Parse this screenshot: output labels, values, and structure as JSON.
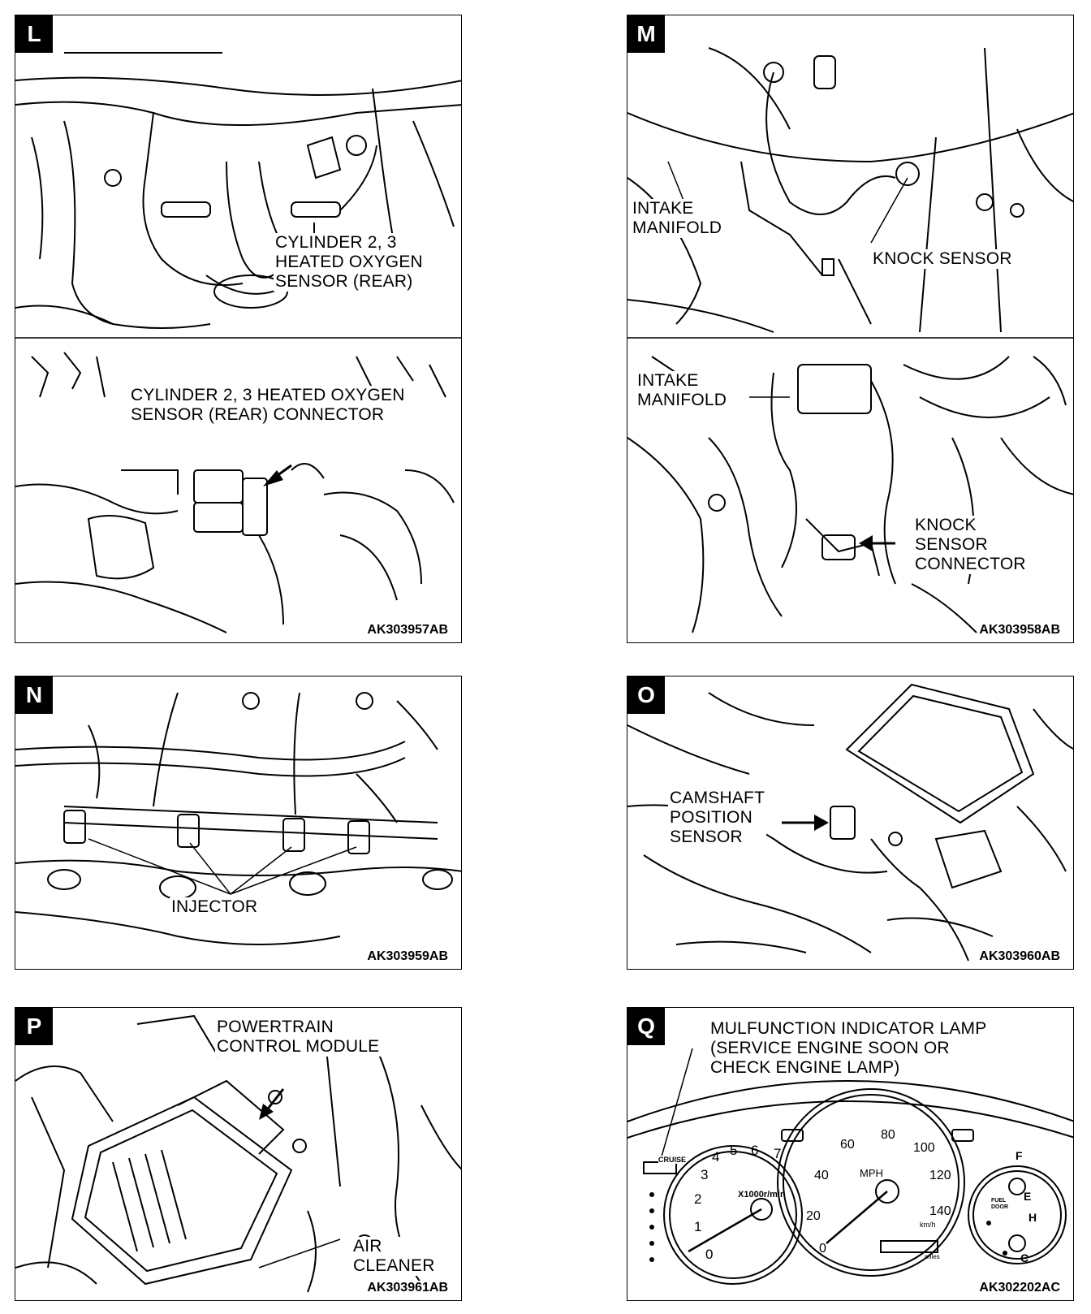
{
  "panels": {
    "L": {
      "badge": "L",
      "code": "AK303957AB",
      "label_top": [
        "CYLINDER 2, 3",
        "HEATED OXYGEN",
        "SENSOR (REAR)"
      ],
      "label_bottom": [
        "CYLINDER 2, 3 HEATED OXYGEN",
        "SENSOR (REAR) CONNECTOR"
      ]
    },
    "M": {
      "badge": "M",
      "code": "AK303958AB",
      "label_intake_top": [
        "INTAKE",
        "MANIFOLD"
      ],
      "label_knock_top": [
        "KNOCK SENSOR"
      ],
      "label_intake_bottom": [
        "INTAKE",
        "MANIFOLD"
      ],
      "label_knock_bottom": [
        "KNOCK",
        "SENSOR",
        "CONNECTOR"
      ]
    },
    "N": {
      "badge": "N",
      "code": "AK303959AB",
      "label": [
        "INJECTOR"
      ]
    },
    "O": {
      "badge": "O",
      "code": "AK303960AB",
      "label": [
        "CAMSHAFT",
        "POSITION",
        "SENSOR"
      ]
    },
    "P": {
      "badge": "P",
      "code": "AK303961AB",
      "label_pcm": [
        "POWERTRAIN",
        "CONTROL MODULE"
      ],
      "label_air": [
        "AIR",
        "CLEANER"
      ]
    },
    "Q": {
      "badge": "Q",
      "code": "AK302202AC",
      "label": [
        "MULFUNCTION INDICATOR LAMP",
        "(SERVICE ENGINE SOON OR",
        "CHECK ENGINE LAMP)"
      ],
      "cruise": "CRUISE",
      "tach_unit": "X1000r/min",
      "tach_ticks": [
        "0",
        "1",
        "2",
        "3",
        "4",
        "5",
        "6",
        "7"
      ],
      "speed_unit": "MPH",
      "kmh_unit": "km/h",
      "speed_ticks": [
        "0",
        "20",
        "40",
        "60",
        "80",
        "100",
        "120",
        "140"
      ],
      "fuel_f": "F",
      "fuel_e": "E",
      "fuel_door": "FUEL DOOR",
      "temp_h": "H",
      "temp_c": "C",
      "miles": "miles"
    }
  }
}
